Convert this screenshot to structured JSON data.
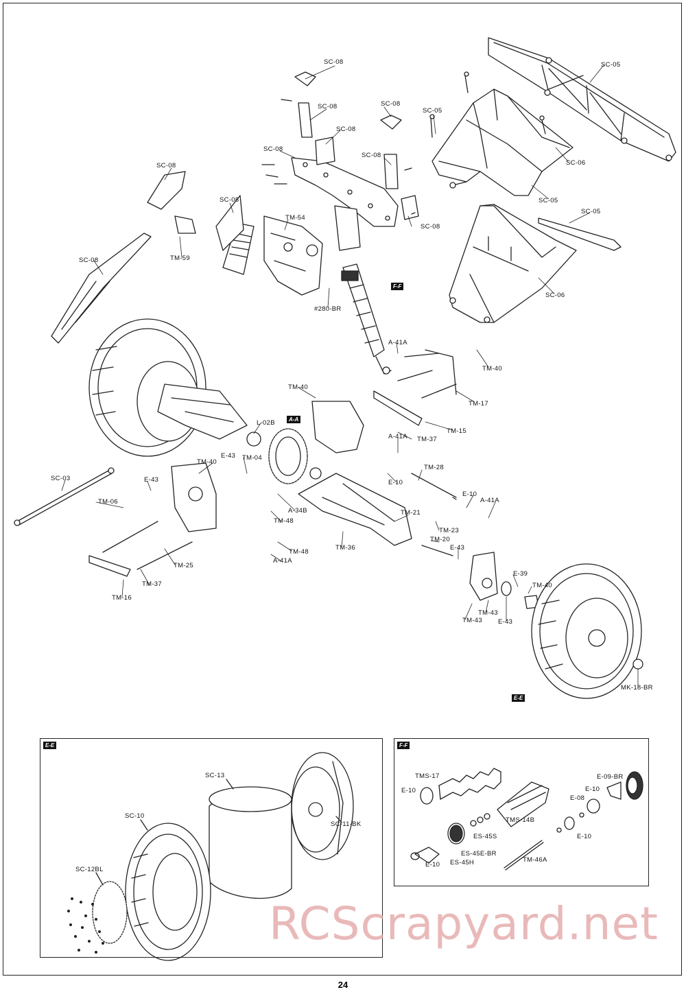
{
  "page_number": "24",
  "watermark": "RCScrapyard.net",
  "callouts": {
    "e_e": "E-E",
    "f_f": "F-F",
    "a_a": "A-A"
  },
  "labels": [
    {
      "id": "sc08_a",
      "text": "SC-08"
    },
    {
      "id": "sc08_b",
      "text": "SC-08"
    },
    {
      "id": "sc08_c",
      "text": "SC-08"
    },
    {
      "id": "sc08_d",
      "text": "SC-08"
    },
    {
      "id": "sc08_e",
      "text": "SC-08"
    },
    {
      "id": "sc08_f",
      "text": "SC-08"
    },
    {
      "id": "sc08_g",
      "text": "SC-08"
    },
    {
      "id": "sc08_h",
      "text": "SC-08"
    },
    {
      "id": "sc08_i",
      "text": "SC-08"
    },
    {
      "id": "sc08_j",
      "text": "SC-08"
    },
    {
      "id": "sc05_a",
      "text": "SC-05"
    },
    {
      "id": "sc05_b",
      "text": "SC-05"
    },
    {
      "id": "sc05_c",
      "text": "SC-05"
    },
    {
      "id": "sc05_d",
      "text": "SC-05"
    },
    {
      "id": "sc06_a",
      "text": "SC-06"
    },
    {
      "id": "sc06_b",
      "text": "SC-06"
    },
    {
      "id": "tm54",
      "text": "TM-54"
    },
    {
      "id": "tm59",
      "text": "TM-59"
    },
    {
      "id": "n280br",
      "text": "#280-BR"
    },
    {
      "id": "a41a_a",
      "text": "A-41A"
    },
    {
      "id": "tm40_a",
      "text": "TM-40"
    },
    {
      "id": "tm40_b",
      "text": "TM-40"
    },
    {
      "id": "tm40_c",
      "text": "TM-40"
    },
    {
      "id": "tm40_d",
      "text": "TM-40"
    },
    {
      "id": "tm17",
      "text": "TM-17"
    },
    {
      "id": "tm15",
      "text": "TM-15"
    },
    {
      "id": "tm37_a",
      "text": "TM-37"
    },
    {
      "id": "a41a_b",
      "text": "A-41A"
    },
    {
      "id": "l02b",
      "text": "L-02B"
    },
    {
      "id": "e43_a",
      "text": "E-43"
    },
    {
      "id": "tm04",
      "text": "TM-04"
    },
    {
      "id": "sc03",
      "text": "SC-03"
    },
    {
      "id": "e43_b",
      "text": "E-43"
    },
    {
      "id": "tm06",
      "text": "TM-06"
    },
    {
      "id": "tm28",
      "text": "TM-28"
    },
    {
      "id": "e10_a",
      "text": "E-10"
    },
    {
      "id": "e10_b",
      "text": "E-10"
    },
    {
      "id": "a41a_c",
      "text": "A-41A"
    },
    {
      "id": "a34b",
      "text": "A-34B"
    },
    {
      "id": "tm48_a",
      "text": "TM-48"
    },
    {
      "id": "tm21",
      "text": "TM-21"
    },
    {
      "id": "tm23",
      "text": "TM-23"
    },
    {
      "id": "tm20",
      "text": "TM-20"
    },
    {
      "id": "tm36",
      "text": "TM-36"
    },
    {
      "id": "e43_c",
      "text": "E-43"
    },
    {
      "id": "tm48_b",
      "text": "TM-48"
    },
    {
      "id": "a41a_d",
      "text": "A-41A"
    },
    {
      "id": "tm25",
      "text": "TM-25"
    },
    {
      "id": "tm37_b",
      "text": "TM-37"
    },
    {
      "id": "tm16",
      "text": "TM-16"
    },
    {
      "id": "e39",
      "text": "E-39"
    },
    {
      "id": "tm43_a",
      "text": "TM-43"
    },
    {
      "id": "tm43_b",
      "text": "TM-43"
    },
    {
      "id": "e43_d",
      "text": "E-43"
    },
    {
      "id": "mk18br",
      "text": "MK-18-BR"
    },
    {
      "id": "sc13",
      "text": "SC-13"
    },
    {
      "id": "sc10",
      "text": "SC-10"
    },
    {
      "id": "sc11bk",
      "text": "SC-11-BK"
    },
    {
      "id": "sc12bl",
      "text": "SC-12BL"
    },
    {
      "id": "tms17",
      "text": "TMS-17"
    },
    {
      "id": "e10_c",
      "text": "E-10"
    },
    {
      "id": "e09br",
      "text": "E-09-BR"
    },
    {
      "id": "e10_d",
      "text": "E-10"
    },
    {
      "id": "e08",
      "text": "E-08"
    },
    {
      "id": "tms14b",
      "text": "TMS-14B"
    },
    {
      "id": "es45s",
      "text": "ES-45S"
    },
    {
      "id": "e10_e",
      "text": "E-10"
    },
    {
      "id": "es45ebr",
      "text": "ES-45E-BR"
    },
    {
      "id": "es45h",
      "text": "ES-45H"
    },
    {
      "id": "tm46a",
      "text": "TM-46A"
    },
    {
      "id": "e10_f",
      "text": "E-10"
    }
  ]
}
